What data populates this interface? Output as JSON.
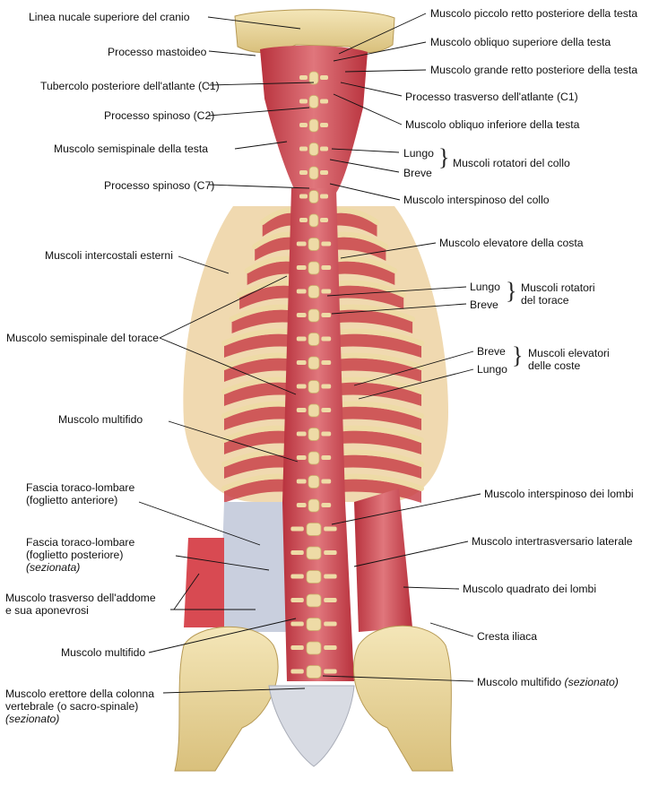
{
  "labels_left": [
    {
      "id": "linea-nucale",
      "text": "Linea nucale superiore del cranio"
    },
    {
      "id": "processo-mastoideo",
      "text": "Processo mastoideo"
    },
    {
      "id": "tubercolo-atlante",
      "text": "Tubercolo posteriore dell'atlante (C1)"
    },
    {
      "id": "processo-spinoso-c2",
      "text": "Processo spinoso (C2)"
    },
    {
      "id": "semispinale-testa",
      "text": "Muscolo semispinale della testa"
    },
    {
      "id": "processo-spinoso-c7",
      "text": "Processo spinoso (C7)"
    },
    {
      "id": "intercostali-esterni",
      "text": "Muscoli intercostali esterni"
    },
    {
      "id": "semispinale-torace",
      "text": "Muscolo semispinale del torace"
    },
    {
      "id": "multifido-1",
      "text": "Muscolo multifido"
    },
    {
      "id": "fascia-anteriore-1",
      "text": "Fascia toraco-lombare"
    },
    {
      "id": "fascia-anteriore-2",
      "text": "(foglietto anteriore)"
    },
    {
      "id": "fascia-posteriore-1",
      "text": "Fascia toraco-lombare"
    },
    {
      "id": "fascia-posteriore-2",
      "text": "(foglietto posteriore)"
    },
    {
      "id": "fascia-posteriore-3",
      "text": "(sezionata)"
    },
    {
      "id": "trasverso-addome-1",
      "text": "Muscolo trasverso dell'addome"
    },
    {
      "id": "trasverso-addome-2",
      "text": "e sua aponevrosi"
    },
    {
      "id": "multifido-2",
      "text": "Muscolo multifido"
    },
    {
      "id": "erettore-1",
      "text": "Muscolo erettore della colonna"
    },
    {
      "id": "erettore-2",
      "text": "vertebrale (o sacro-spinale)"
    },
    {
      "id": "erettore-3",
      "text": "(sezionato)"
    }
  ],
  "labels_right": [
    {
      "id": "piccolo-retto",
      "text": "Muscolo piccolo retto posteriore della testa"
    },
    {
      "id": "obliquo-superiore",
      "text": "Muscolo obliquo superiore della testa"
    },
    {
      "id": "grande-retto",
      "text": "Muscolo grande retto posteriore della testa"
    },
    {
      "id": "processo-trasverso-atlante",
      "text": "Processo trasverso dell'atlante (C1)"
    },
    {
      "id": "obliquo-inferiore",
      "text": "Muscolo obliquo inferiore della testa"
    },
    {
      "id": "lungo-collo",
      "text": "Lungo"
    },
    {
      "id": "breve-collo",
      "text": "Breve"
    },
    {
      "id": "rotatori-collo",
      "text": "Muscoli rotatori del collo"
    },
    {
      "id": "interspinoso-collo",
      "text": "Muscolo interspinoso del collo"
    },
    {
      "id": "elevatore-costa",
      "text": "Muscolo elevatore della costa"
    },
    {
      "id": "lungo-torace",
      "text": "Lungo"
    },
    {
      "id": "breve-torace",
      "text": "Breve"
    },
    {
      "id": "rotatori-torace-1",
      "text": "Muscoli rotatori"
    },
    {
      "id": "rotatori-torace-2",
      "text": "del torace"
    },
    {
      "id": "breve-coste",
      "text": "Breve"
    },
    {
      "id": "lungo-coste",
      "text": "Lungo"
    },
    {
      "id": "elevatori-coste-1",
      "text": "Muscoli elevatori"
    },
    {
      "id": "elevatori-coste-2",
      "text": "delle coste"
    },
    {
      "id": "interspinoso-lombi",
      "text": "Muscolo interspinoso dei lombi"
    },
    {
      "id": "intertrasversario",
      "text": "Muscolo intertrasversario laterale"
    },
    {
      "id": "quadrato-lombi",
      "text": "Muscolo quadrato dei lombi"
    },
    {
      "id": "cresta-iliaca",
      "text": "Cresta iliaca"
    },
    {
      "id": "multifido-sez-1",
      "text": "Muscolo multifido"
    },
    {
      "id": "multifido-sez-2",
      "text": "(sezionato)"
    }
  ],
  "colors": {
    "muscle": "#c9424a",
    "muscle_light": "#e07a7e",
    "bone": "#eedba6",
    "bone_dark": "#c9b06a",
    "fascia": "#c6ccdc",
    "line": "#111111"
  }
}
